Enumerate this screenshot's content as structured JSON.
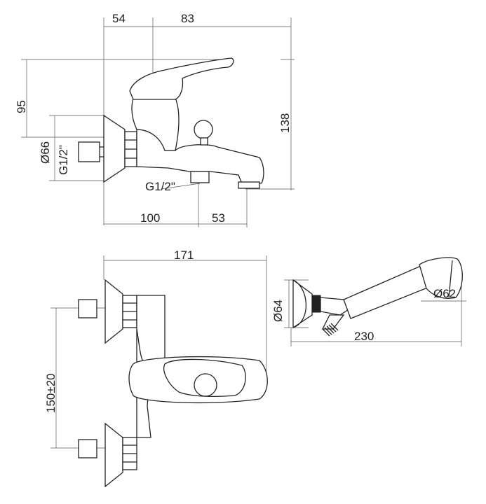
{
  "side_view": {
    "dim_left_top": "54",
    "dim_right_top": "83",
    "dim_height_handle": "95",
    "dim_flange_diameter": "Ø66",
    "dim_inlet_thread": "G1/2\"",
    "dim_total_height": "138",
    "dim_outlet_thread": "G1/2\"",
    "dim_bottom_left": "100",
    "dim_bottom_right": "53"
  },
  "front_view": {
    "dim_width": "171",
    "dim_centers": "150±20"
  },
  "hand_shower": {
    "dim_flange_diameter": "Ø64",
    "dim_head_diameter": "Ø62",
    "dim_length": "230"
  }
}
